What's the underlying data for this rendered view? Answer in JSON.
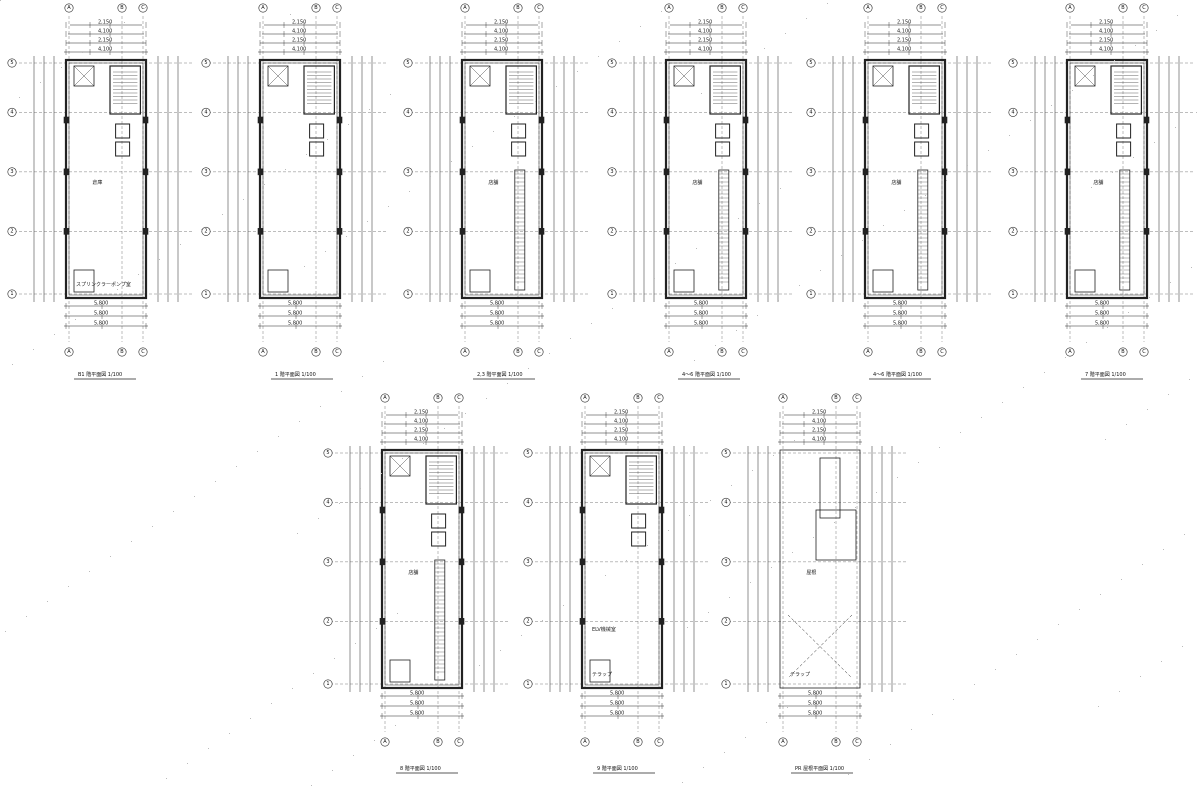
{
  "sheet": {
    "plans": [
      {
        "id": "b1",
        "title": "B1 階平面図",
        "scale": "1/100",
        "room": "倉庫",
        "grid_cols": [
          "A",
          "B",
          "C"
        ],
        "grid_rows": [
          "1",
          "2",
          "3",
          "4",
          "5"
        ],
        "notes": [
          "スプリンクラーポンプ室"
        ]
      },
      {
        "id": "f1",
        "title": "1 階平面図",
        "scale": "1/100",
        "room": "",
        "grid_cols": [
          "A",
          "B",
          "C"
        ],
        "grid_rows": [
          "1",
          "2",
          "3",
          "4",
          "5"
        ],
        "notes": []
      },
      {
        "id": "f23",
        "title": "2,3 階平面図",
        "scale": "1/100",
        "room": "店舗",
        "grid_cols": [
          "A",
          "B",
          "C"
        ],
        "grid_rows": [
          "1",
          "2",
          "3",
          "4",
          "5"
        ],
        "notes": []
      },
      {
        "id": "f45",
        "title": "4～6 階平面図",
        "scale": "1/100",
        "room": "店舗",
        "grid_cols": [
          "A",
          "B",
          "C"
        ],
        "grid_rows": [
          "1",
          "2",
          "3",
          "4",
          "5"
        ],
        "notes": []
      },
      {
        "id": "f6",
        "title": "4～6 階平面図",
        "scale": "1/100",
        "room": "店舗",
        "grid_cols": [
          "A",
          "B",
          "C"
        ],
        "grid_rows": [
          "1",
          "2",
          "3",
          "4",
          "5"
        ],
        "notes": []
      },
      {
        "id": "f7",
        "title": "7 階平面図",
        "scale": "1/100",
        "room": "店舗",
        "grid_cols": [
          "A",
          "B",
          "C"
        ],
        "grid_rows": [
          "1",
          "2",
          "3",
          "4",
          "5"
        ],
        "notes": []
      },
      {
        "id": "f8",
        "title": "8 階平面図",
        "scale": "1/100",
        "room": "店舗",
        "grid_cols": [
          "A",
          "B",
          "C"
        ],
        "grid_rows": [
          "1",
          "2",
          "3",
          "4",
          "5"
        ],
        "notes": []
      },
      {
        "id": "f9",
        "title": "9 階平面図",
        "scale": "1/100",
        "room": "",
        "grid_cols": [
          "A",
          "B",
          "C"
        ],
        "grid_rows": [
          "1",
          "2",
          "3",
          "4",
          "5"
        ],
        "notes": [
          "テラップ",
          "ELV機械室"
        ]
      },
      {
        "id": "pr",
        "title": "PR 屋根平面図",
        "scale": "1/100",
        "room": "屋根",
        "grid_cols": [
          "A",
          "B",
          "C"
        ],
        "grid_rows": [
          "1",
          "2",
          "3",
          "4",
          "5"
        ],
        "notes": [
          "テラップ"
        ]
      }
    ]
  }
}
